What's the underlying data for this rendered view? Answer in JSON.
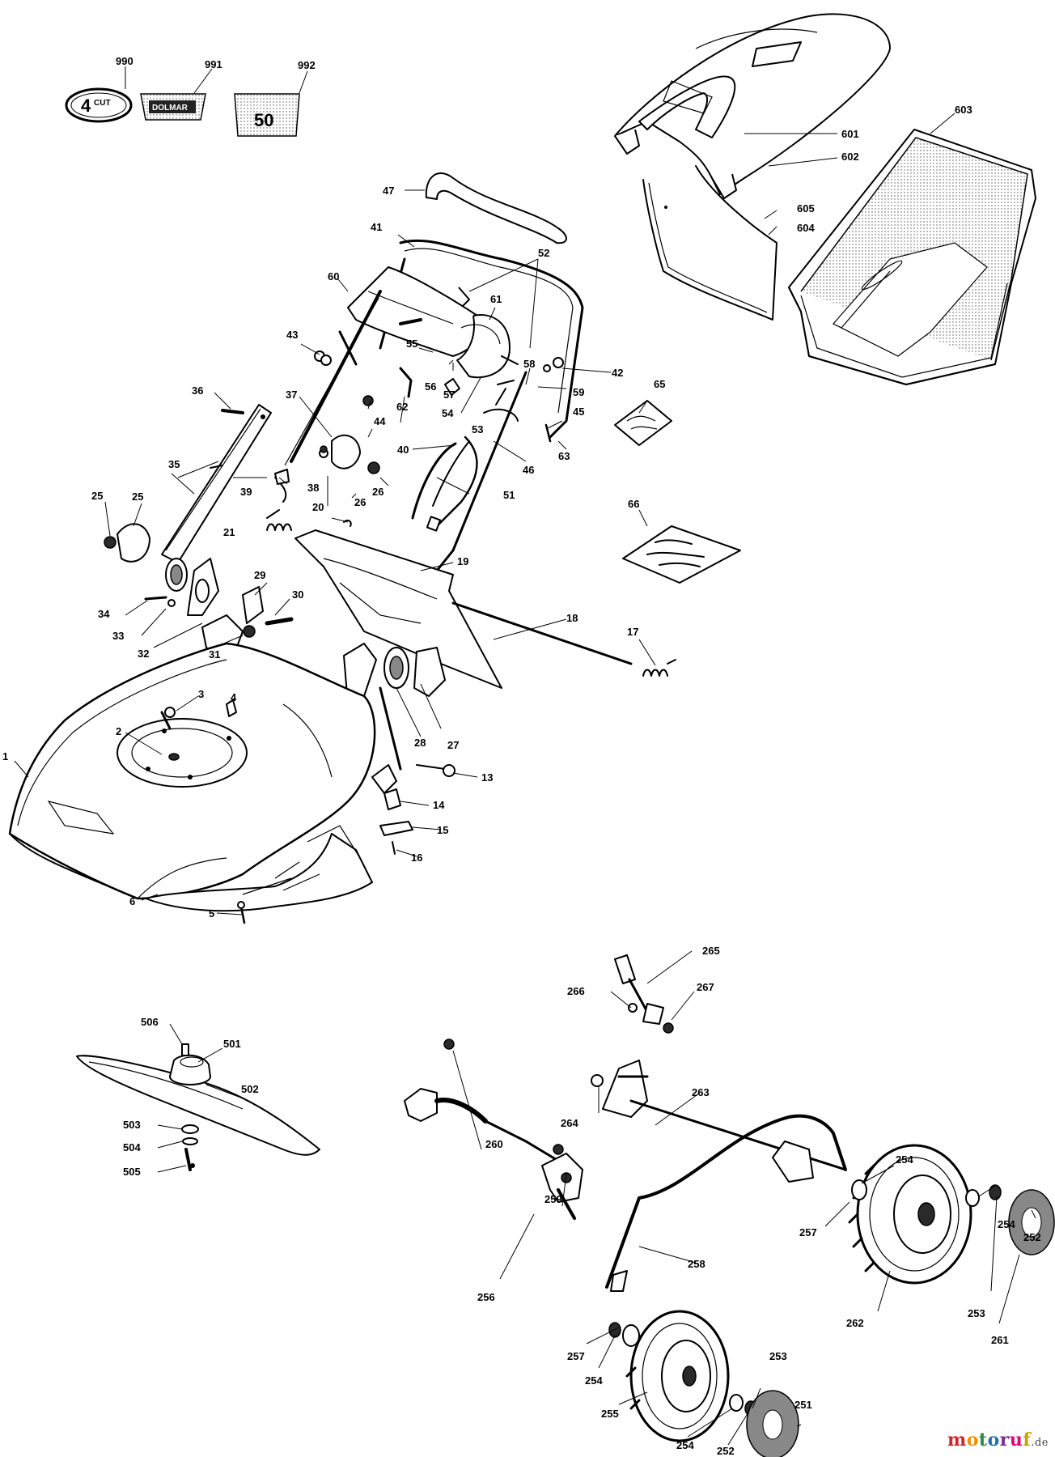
{
  "labels": [
    {
      "id": "990",
      "text": "990"
    },
    {
      "id": "991",
      "text": "991"
    },
    {
      "id": "992",
      "text": "992"
    },
    {
      "id": "603",
      "text": "603"
    },
    {
      "id": "601",
      "text": "601"
    },
    {
      "id": "602",
      "text": "602"
    },
    {
      "id": "605",
      "text": "605"
    },
    {
      "id": "604",
      "text": "604"
    },
    {
      "id": "47",
      "text": "47"
    },
    {
      "id": "41",
      "text": "41"
    },
    {
      "id": "52",
      "text": "52"
    },
    {
      "id": "60",
      "text": "60"
    },
    {
      "id": "61",
      "text": "61"
    },
    {
      "id": "43",
      "text": "43"
    },
    {
      "id": "55",
      "text": "55"
    },
    {
      "id": "56",
      "text": "56"
    },
    {
      "id": "57",
      "text": "57"
    },
    {
      "id": "58",
      "text": "58"
    },
    {
      "id": "42",
      "text": "42"
    },
    {
      "id": "59",
      "text": "59"
    },
    {
      "id": "36",
      "text": "36"
    },
    {
      "id": "37",
      "text": "37"
    },
    {
      "id": "44",
      "text": "44"
    },
    {
      "id": "62",
      "text": "62"
    },
    {
      "id": "54",
      "text": "54"
    },
    {
      "id": "45",
      "text": "45"
    },
    {
      "id": "65",
      "text": "65"
    },
    {
      "id": "53",
      "text": "53"
    },
    {
      "id": "63",
      "text": "63"
    },
    {
      "id": "40",
      "text": "40"
    },
    {
      "id": "46",
      "text": "46"
    },
    {
      "id": "35",
      "text": "35"
    },
    {
      "id": "39",
      "text": "39"
    },
    {
      "id": "38",
      "text": "38"
    },
    {
      "id": "25a",
      "text": "25"
    },
    {
      "id": "51",
      "text": "51"
    },
    {
      "id": "26a",
      "text": "26"
    },
    {
      "id": "25b",
      "text": "25"
    },
    {
      "id": "26b",
      "text": "26"
    },
    {
      "id": "20",
      "text": "20"
    },
    {
      "id": "21",
      "text": "21"
    },
    {
      "id": "66",
      "text": "66"
    },
    {
      "id": "19",
      "text": "19"
    },
    {
      "id": "29",
      "text": "29"
    },
    {
      "id": "30",
      "text": "30"
    },
    {
      "id": "34",
      "text": "34"
    },
    {
      "id": "18",
      "text": "18"
    },
    {
      "id": "33",
      "text": "33"
    },
    {
      "id": "17",
      "text": "17"
    },
    {
      "id": "32",
      "text": "32"
    },
    {
      "id": "31",
      "text": "31"
    },
    {
      "id": "3",
      "text": "3"
    },
    {
      "id": "4",
      "text": "4"
    },
    {
      "id": "2",
      "text": "2"
    },
    {
      "id": "28",
      "text": "28"
    },
    {
      "id": "27",
      "text": "27"
    },
    {
      "id": "1",
      "text": "1"
    },
    {
      "id": "13",
      "text": "13"
    },
    {
      "id": "14",
      "text": "14"
    },
    {
      "id": "15",
      "text": "15"
    },
    {
      "id": "16",
      "text": "16"
    },
    {
      "id": "6",
      "text": "6"
    },
    {
      "id": "5",
      "text": "5"
    },
    {
      "id": "265",
      "text": "265"
    },
    {
      "id": "266",
      "text": "266"
    },
    {
      "id": "267",
      "text": "267"
    },
    {
      "id": "506",
      "text": "506"
    },
    {
      "id": "501",
      "text": "501"
    },
    {
      "id": "502",
      "text": "502"
    },
    {
      "id": "503",
      "text": "503"
    },
    {
      "id": "504",
      "text": "504"
    },
    {
      "id": "505",
      "text": "505"
    },
    {
      "id": "263",
      "text": "263"
    },
    {
      "id": "264",
      "text": "264"
    },
    {
      "id": "260",
      "text": "260"
    },
    {
      "id": "254a",
      "text": "254"
    },
    {
      "id": "259",
      "text": "259"
    },
    {
      "id": "257a",
      "text": "257"
    },
    {
      "id": "254b",
      "text": "254"
    },
    {
      "id": "252a",
      "text": "252"
    },
    {
      "id": "258",
      "text": "258"
    },
    {
      "id": "256",
      "text": "256"
    },
    {
      "id": "253a",
      "text": "253"
    },
    {
      "id": "262",
      "text": "262"
    },
    {
      "id": "261",
      "text": "261"
    },
    {
      "id": "257b",
      "text": "257"
    },
    {
      "id": "254c",
      "text": "254"
    },
    {
      "id": "253b",
      "text": "253"
    },
    {
      "id": "251",
      "text": "251"
    },
    {
      "id": "255",
      "text": "255"
    },
    {
      "id": "254d",
      "text": "254"
    },
    {
      "id": "252b",
      "text": "252"
    }
  ],
  "decals": {
    "cut_badge": "4",
    "cut_word": "CUT",
    "brand_decal": "DOLMAR",
    "size_decal": "50"
  },
  "watermark": {
    "name": "motoruf",
    "suffix": ".de"
  },
  "colors": {
    "ink": "#000000",
    "paper": "#ffffff",
    "brand_m": "#d4232a",
    "brand_o1": "#f29100",
    "brand_t": "#2a8c3c",
    "brand_o2": "#1d6fb8",
    "brand_r": "#7b2d8e",
    "brand_u": "#e6007e",
    "brand_f": "#c8a000"
  }
}
